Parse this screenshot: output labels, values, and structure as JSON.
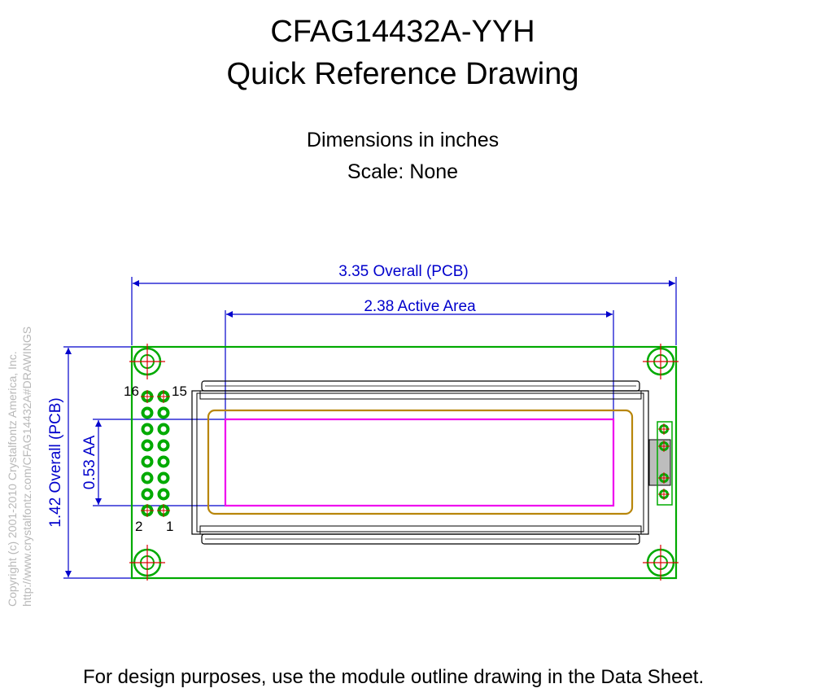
{
  "title": {
    "line1": "CFAG14432A-YYH",
    "line2": "Quick Reference Drawing"
  },
  "subtitle": {
    "units": "Dimensions in inches",
    "scale": "Scale: None"
  },
  "dimensions": {
    "overall_width": "3.35 Overall (PCB)",
    "active_width": "2.38 Active Area",
    "overall_height": "1.42 Overall (PCB)",
    "active_height": "0.53 AA"
  },
  "pins": {
    "top_left": "16",
    "top_right": "15",
    "bottom_left": "2",
    "bottom_right": "1"
  },
  "copyright": {
    "line1": "Copyright (c) 2001-2010 Crystalfontz America, Inc.",
    "line2": "http://www.crystalfontz.com/CFAG14432A#DRAWINGS"
  },
  "footer": "For design purposes, use the module outline drawing in the Data Sheet.",
  "colors": {
    "dimension": "#0000cc",
    "pcb_outline": "#00aa00",
    "active_area": "#ee00ee",
    "bezel": "#b8860b",
    "center_mark": "#dd0000"
  }
}
